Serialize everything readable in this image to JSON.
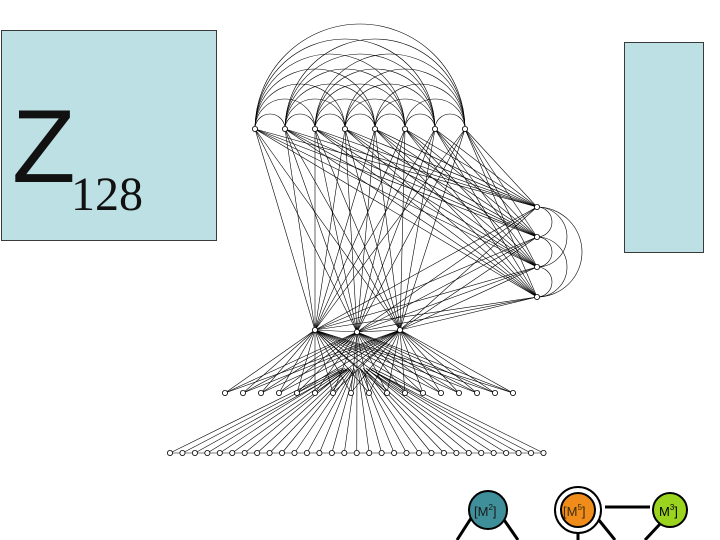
{
  "panel": {
    "letter": "Z",
    "subscript": "128"
  },
  "legend": {
    "nodes": [
      {
        "label": "[M",
        "sup": "2",
        "tail": "]",
        "color": "#3f8f9a"
      },
      {
        "label": "[M",
        "sup": "5",
        "tail": "]",
        "color": "#f08c1a"
      },
      {
        "label": "M",
        "sup": "3",
        "tail": "]",
        "color": "#9ad41e"
      }
    ]
  },
  "colors": {
    "panel_fill": "#bde0e5",
    "edge": "#000000",
    "node_fill": "#ffffff"
  }
}
